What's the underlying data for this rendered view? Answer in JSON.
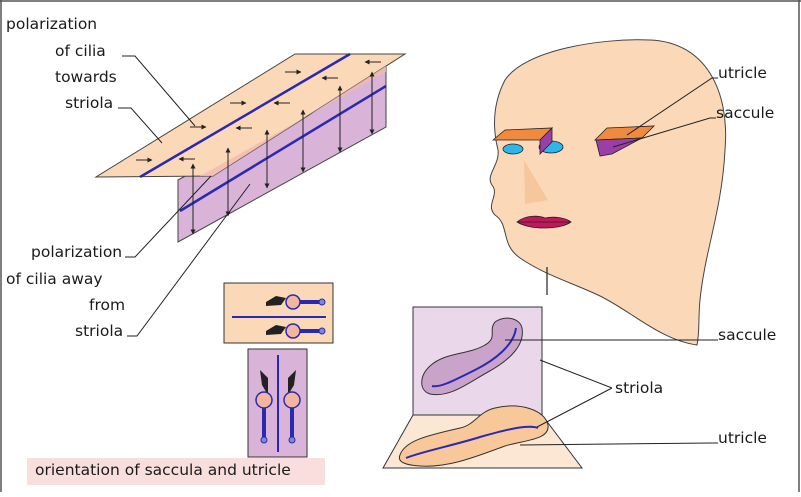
{
  "labels": {
    "polarization_towards": [
      "polarization",
      "of cilia",
      "towards",
      "striola"
    ],
    "polarization_away": [
      "polarization",
      "of cilia away",
      "from",
      "striola"
    ],
    "utricle_top": "utricle",
    "saccule_top": "saccule",
    "saccule_bottom": "saccule",
    "striola": "striola",
    "utricle_bottom": "utricle",
    "caption": "orientation of saccula and utricle"
  },
  "colors": {
    "peach": "#fbd9b8",
    "lilac": "#d9b4d8",
    "striola_line": "#2a2ab0",
    "frame": "#333333",
    "utricle_orange": "#f08a3e",
    "saccule_purple": "#9b3fa6",
    "eye_blue": "#2fb6e8",
    "lips": "#c2185b",
    "caption_bg": "#f9dede"
  }
}
